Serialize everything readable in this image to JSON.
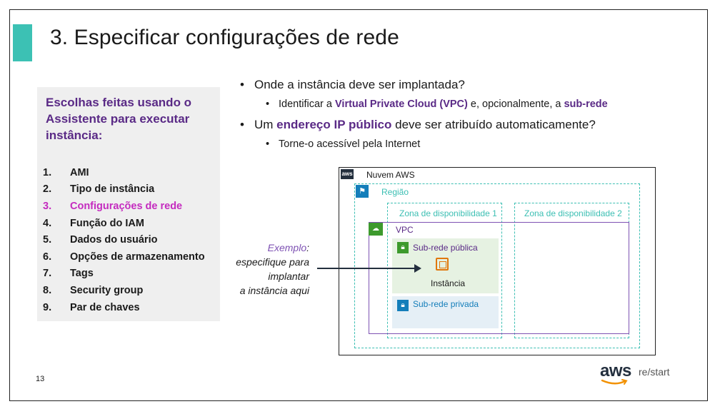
{
  "slide": {
    "title": "3. Especificar configurações de rede",
    "page_number": "13"
  },
  "left_panel": {
    "heading": "Escolhas feitas usando o Assistente para executar instância:",
    "steps": [
      {
        "num": "1.",
        "label": "AMI"
      },
      {
        "num": "2.",
        "label": "Tipo de instância"
      },
      {
        "num": "3.",
        "label": "Configurações de rede",
        "active": true
      },
      {
        "num": "4.",
        "label": "Função do IAM"
      },
      {
        "num": "5.",
        "label": "Dados do usuário"
      },
      {
        "num": "6.",
        "label": "Opções de armazenamento"
      },
      {
        "num": "7.",
        "label": "Tags"
      },
      {
        "num": "8.",
        "label": "Security group"
      },
      {
        "num": "9.",
        "label": "Par de chaves"
      }
    ]
  },
  "bullets": {
    "b1": "Onde a instância deve ser implantada?",
    "b1_sub_pre": "Identificar a ",
    "b1_sub_hl1": "Virtual Private Cloud (VPC)",
    "b1_sub_mid": " e, opcionalmente, a ",
    "b1_sub_hl2": "sub-rede",
    "b2_pre": "Um ",
    "b2_hl": "endereço IP público",
    "b2_post": " deve ser atribuído automaticamente?",
    "b2_sub": "Torne-o acessível pela Internet"
  },
  "diagram": {
    "aws_badge": "aws",
    "cloud_label": "Nuvem AWS",
    "region_label": "Região",
    "az1_label": "Zona de disponibilidade 1",
    "az2_label": "Zona de disponibilidade 2",
    "vpc_label": "VPC",
    "public_subnet_label": "Sub-rede pública",
    "private_subnet_label": "Sub-rede privada",
    "instance_label": "Instância"
  },
  "example": {
    "word": "Exemplo",
    "colon": ":",
    "line2": "especifique para",
    "line3": "implantar",
    "line4": "a instância aqui"
  },
  "logo": {
    "brand": "aws",
    "product": "re/start"
  },
  "colors": {
    "accent": "#3cc1b4",
    "purple": "#5a2a86",
    "magenta_active": "#c42bbf",
    "region_teal": "#3cbfb3",
    "vpc_purple": "#7e52b3",
    "subnet_green": "#3d9a2d",
    "subnet_blue": "#147eba",
    "instance_orange": "#e0770a"
  }
}
